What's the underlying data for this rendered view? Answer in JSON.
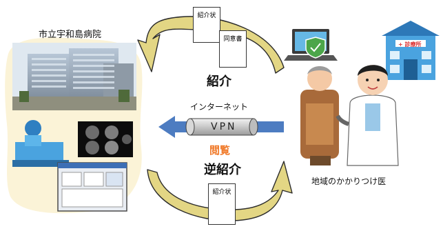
{
  "hospital": {
    "name": "市立宇和島病院"
  },
  "clinic": {
    "name": "地域のかかりつけ医",
    "sign_text": "+ 診療所"
  },
  "documents": {
    "top_left": "紹介状",
    "top_right": "同意書",
    "bottom": "紹介状"
  },
  "flows": {
    "referral": "紹介",
    "reverse_referral": "逆紹介",
    "internet": "インターネット",
    "vpn": "VPN",
    "viewing": "閲覧"
  },
  "colors": {
    "curve_arrow": "#e3d684",
    "curve_stroke": "#2b2b2b",
    "vpn_arrow": "#4d7cc1",
    "viewing_text": "#f07a2a",
    "hospital_blob": "#fbf3d7",
    "clinic_building": "#4aa3df"
  },
  "icons": {
    "hospital_building": "hospital-building-photo",
    "ct_scan": "ct-scan-icon",
    "monitor": "medical-monitor-icon",
    "laptop": "laptop-shield-icon",
    "clinic": "clinic-building-icon",
    "patient": "elderly-patient-icon",
    "doctor": "doctor-icon"
  }
}
